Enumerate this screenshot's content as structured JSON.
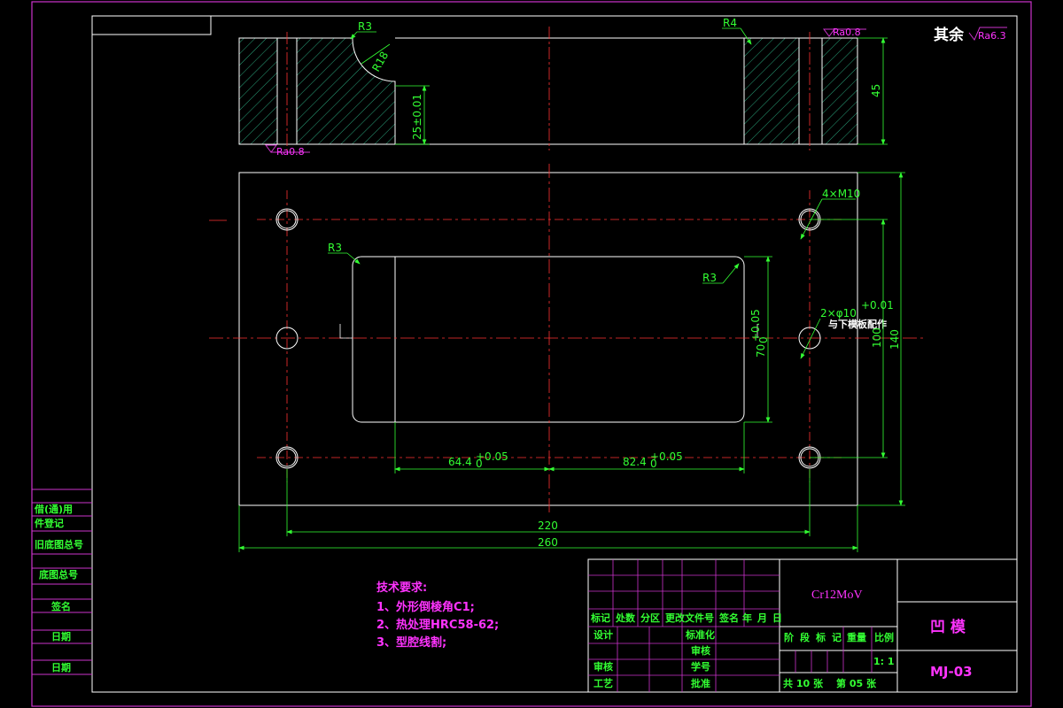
{
  "drawing": {
    "surface_finish_note": {
      "prefix": "其余",
      "value": "Ra6.3"
    },
    "section": {
      "r3": "R3",
      "r18": "R18",
      "r4": "R4",
      "rough_bottom": "Ra0.8",
      "rough_top": "Ra0.8",
      "dim_depth": "25±0.01",
      "dim_thickness": "45"
    },
    "plan": {
      "holes_m10": "4×M10",
      "pin_holes": "2×φ10",
      "pin_tol": "+0.01",
      "pin_note": "与下模板配作",
      "r3_left": "R3",
      "r3_right": "R3",
      "dim_cavity_h": "70",
      "dim_cavity_h_tol": "+0.05",
      "dim_inner_v": "100",
      "dim_outer_v": "140",
      "dim_left_h": "64.4",
      "dim_left_h_tol": "+0.05",
      "dim_right_h": "82.4",
      "dim_right_h_tol": "+0.05",
      "dim_holes_h": "220",
      "dim_outer_h": "260",
      "tol_lower": "0"
    }
  },
  "tech_requirements": {
    "title": "技术要求:",
    "items": [
      "1、外形倒棱角C1;",
      "2、热处理HRC58-62;",
      "3、型腔线割;"
    ]
  },
  "left_strip": {
    "labels": [
      "借(通)用",
      "件登记",
      "旧底图总号",
      "底图总号",
      "签名",
      "日期",
      "日期"
    ]
  },
  "title_block": {
    "material": "Cr12MoV",
    "part_name": "凹  模",
    "drawing_no": "MJ-03",
    "revision_header": [
      "标记",
      "处数",
      "分区",
      "更改文件号",
      "签名",
      "年",
      "月",
      "日"
    ],
    "design": "设计",
    "standardize": "标准化",
    "check": "审核",
    "review": "审核",
    "process": "工艺",
    "approve": "批准",
    "school_no": "学号",
    "stage_header": [
      "阶",
      "段",
      "标",
      "记",
      "重量",
      "比例"
    ],
    "scale": "1: 1",
    "sheet_total": "共 10 张",
    "sheet_no": "第 05 张"
  }
}
